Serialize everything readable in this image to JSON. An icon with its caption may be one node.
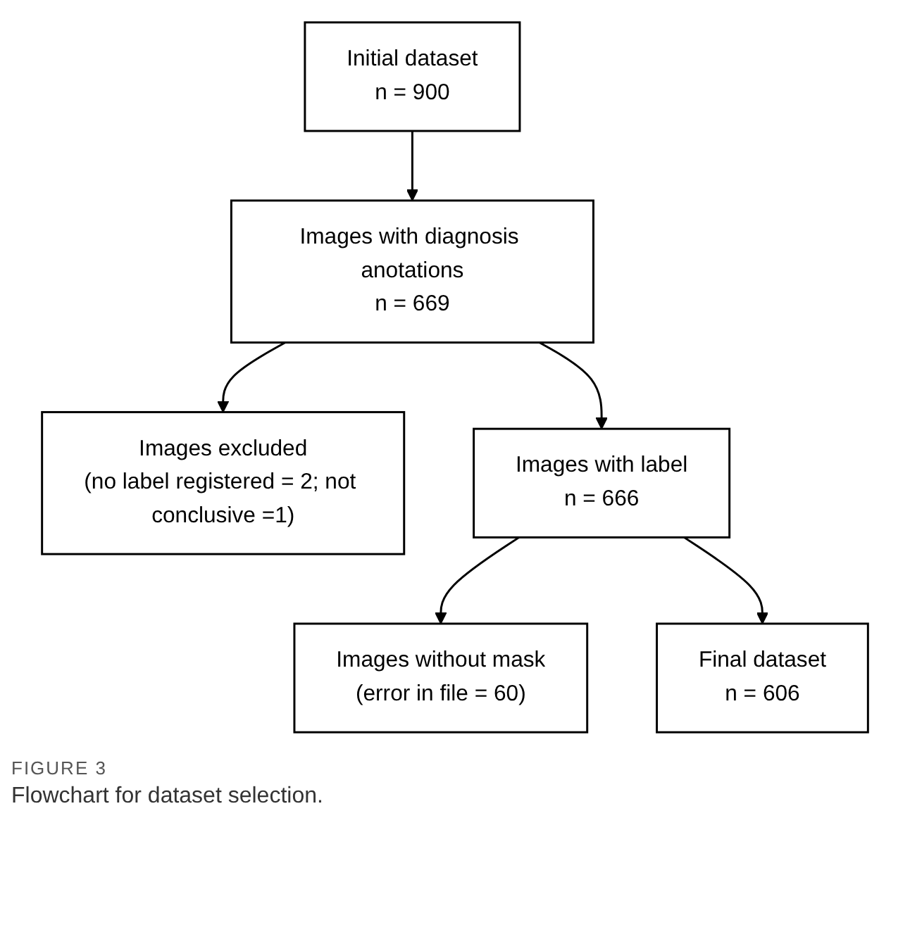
{
  "diagram": {
    "caption": "Flowchart for dataset selection.",
    "nodes": [
      {
        "text": [
          "Initial dataset",
          "n = 900"
        ]
      },
      {
        "text": [
          "Images with diagnosis anotations",
          "n = 669"
        ]
      },
      {
        "text": [
          "Images excluded",
          "(no label registered = 2; not conclusive =1)"
        ]
      },
      {
        "text": [
          "Images with label",
          "n = 666"
        ]
      },
      {
        "text": [
          "Images without mask",
          "(error in file = 60)"
        ]
      },
      {
        "text": [
          "Final dataset",
          "n = 606"
        ]
      }
    ],
    "edges": [
      {
        "from": 0,
        "to": 1,
        "arrow": "to"
      },
      {
        "from": 1,
        "to": 2,
        "arrow": "to"
      },
      {
        "from": 1,
        "to": 3,
        "arrow": "to"
      },
      {
        "from": 3,
        "to": 4,
        "arrow": "to"
      },
      {
        "from": 3,
        "to": 5,
        "arrow": "to"
      }
    ],
    "labels": [
      "FIGURE 3"
    ]
  }
}
